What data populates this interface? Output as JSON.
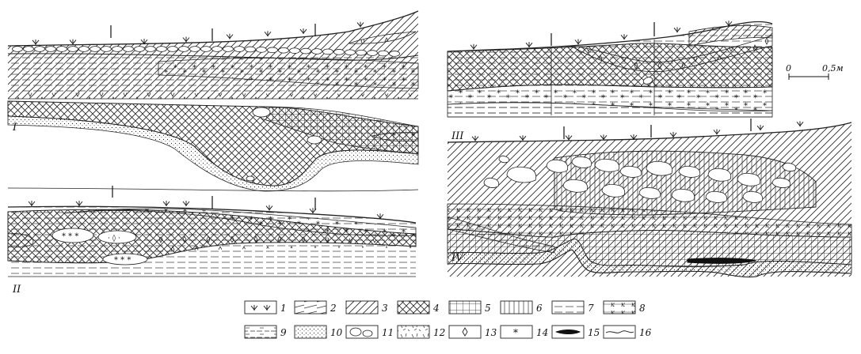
{
  "profiles": [
    {
      "id": "I",
      "label": "I"
    },
    {
      "id": "II",
      "label": "II"
    },
    {
      "id": "III",
      "label": "III"
    },
    {
      "id": "IV",
      "label": "IV"
    }
  ],
  "scale": {
    "start_label": "0",
    "end_label": "0,5м"
  },
  "legend": [
    {
      "number": "1",
      "pattern": "turf"
    },
    {
      "number": "2",
      "pattern": "oblique-lines"
    },
    {
      "number": "3",
      "pattern": "diagonal-hatch"
    },
    {
      "number": "4",
      "pattern": "cross-hatch"
    },
    {
      "number": "5",
      "pattern": "grid"
    },
    {
      "number": "6",
      "pattern": "vertical-lines"
    },
    {
      "number": "7",
      "pattern": "horizontal-lines"
    },
    {
      "number": "8",
      "pattern": "k-marks"
    },
    {
      "number": "9",
      "pattern": "dashed-horizontal"
    },
    {
      "number": "10",
      "pattern": "dots"
    },
    {
      "number": "11",
      "pattern": "boulders"
    },
    {
      "number": "12",
      "pattern": "tick-marks"
    },
    {
      "number": "13",
      "pattern": "diamonds"
    },
    {
      "number": "14",
      "pattern": "stars"
    },
    {
      "number": "15",
      "pattern": "black-lens"
    },
    {
      "number": "16",
      "pattern": "wavy-boundary"
    }
  ]
}
